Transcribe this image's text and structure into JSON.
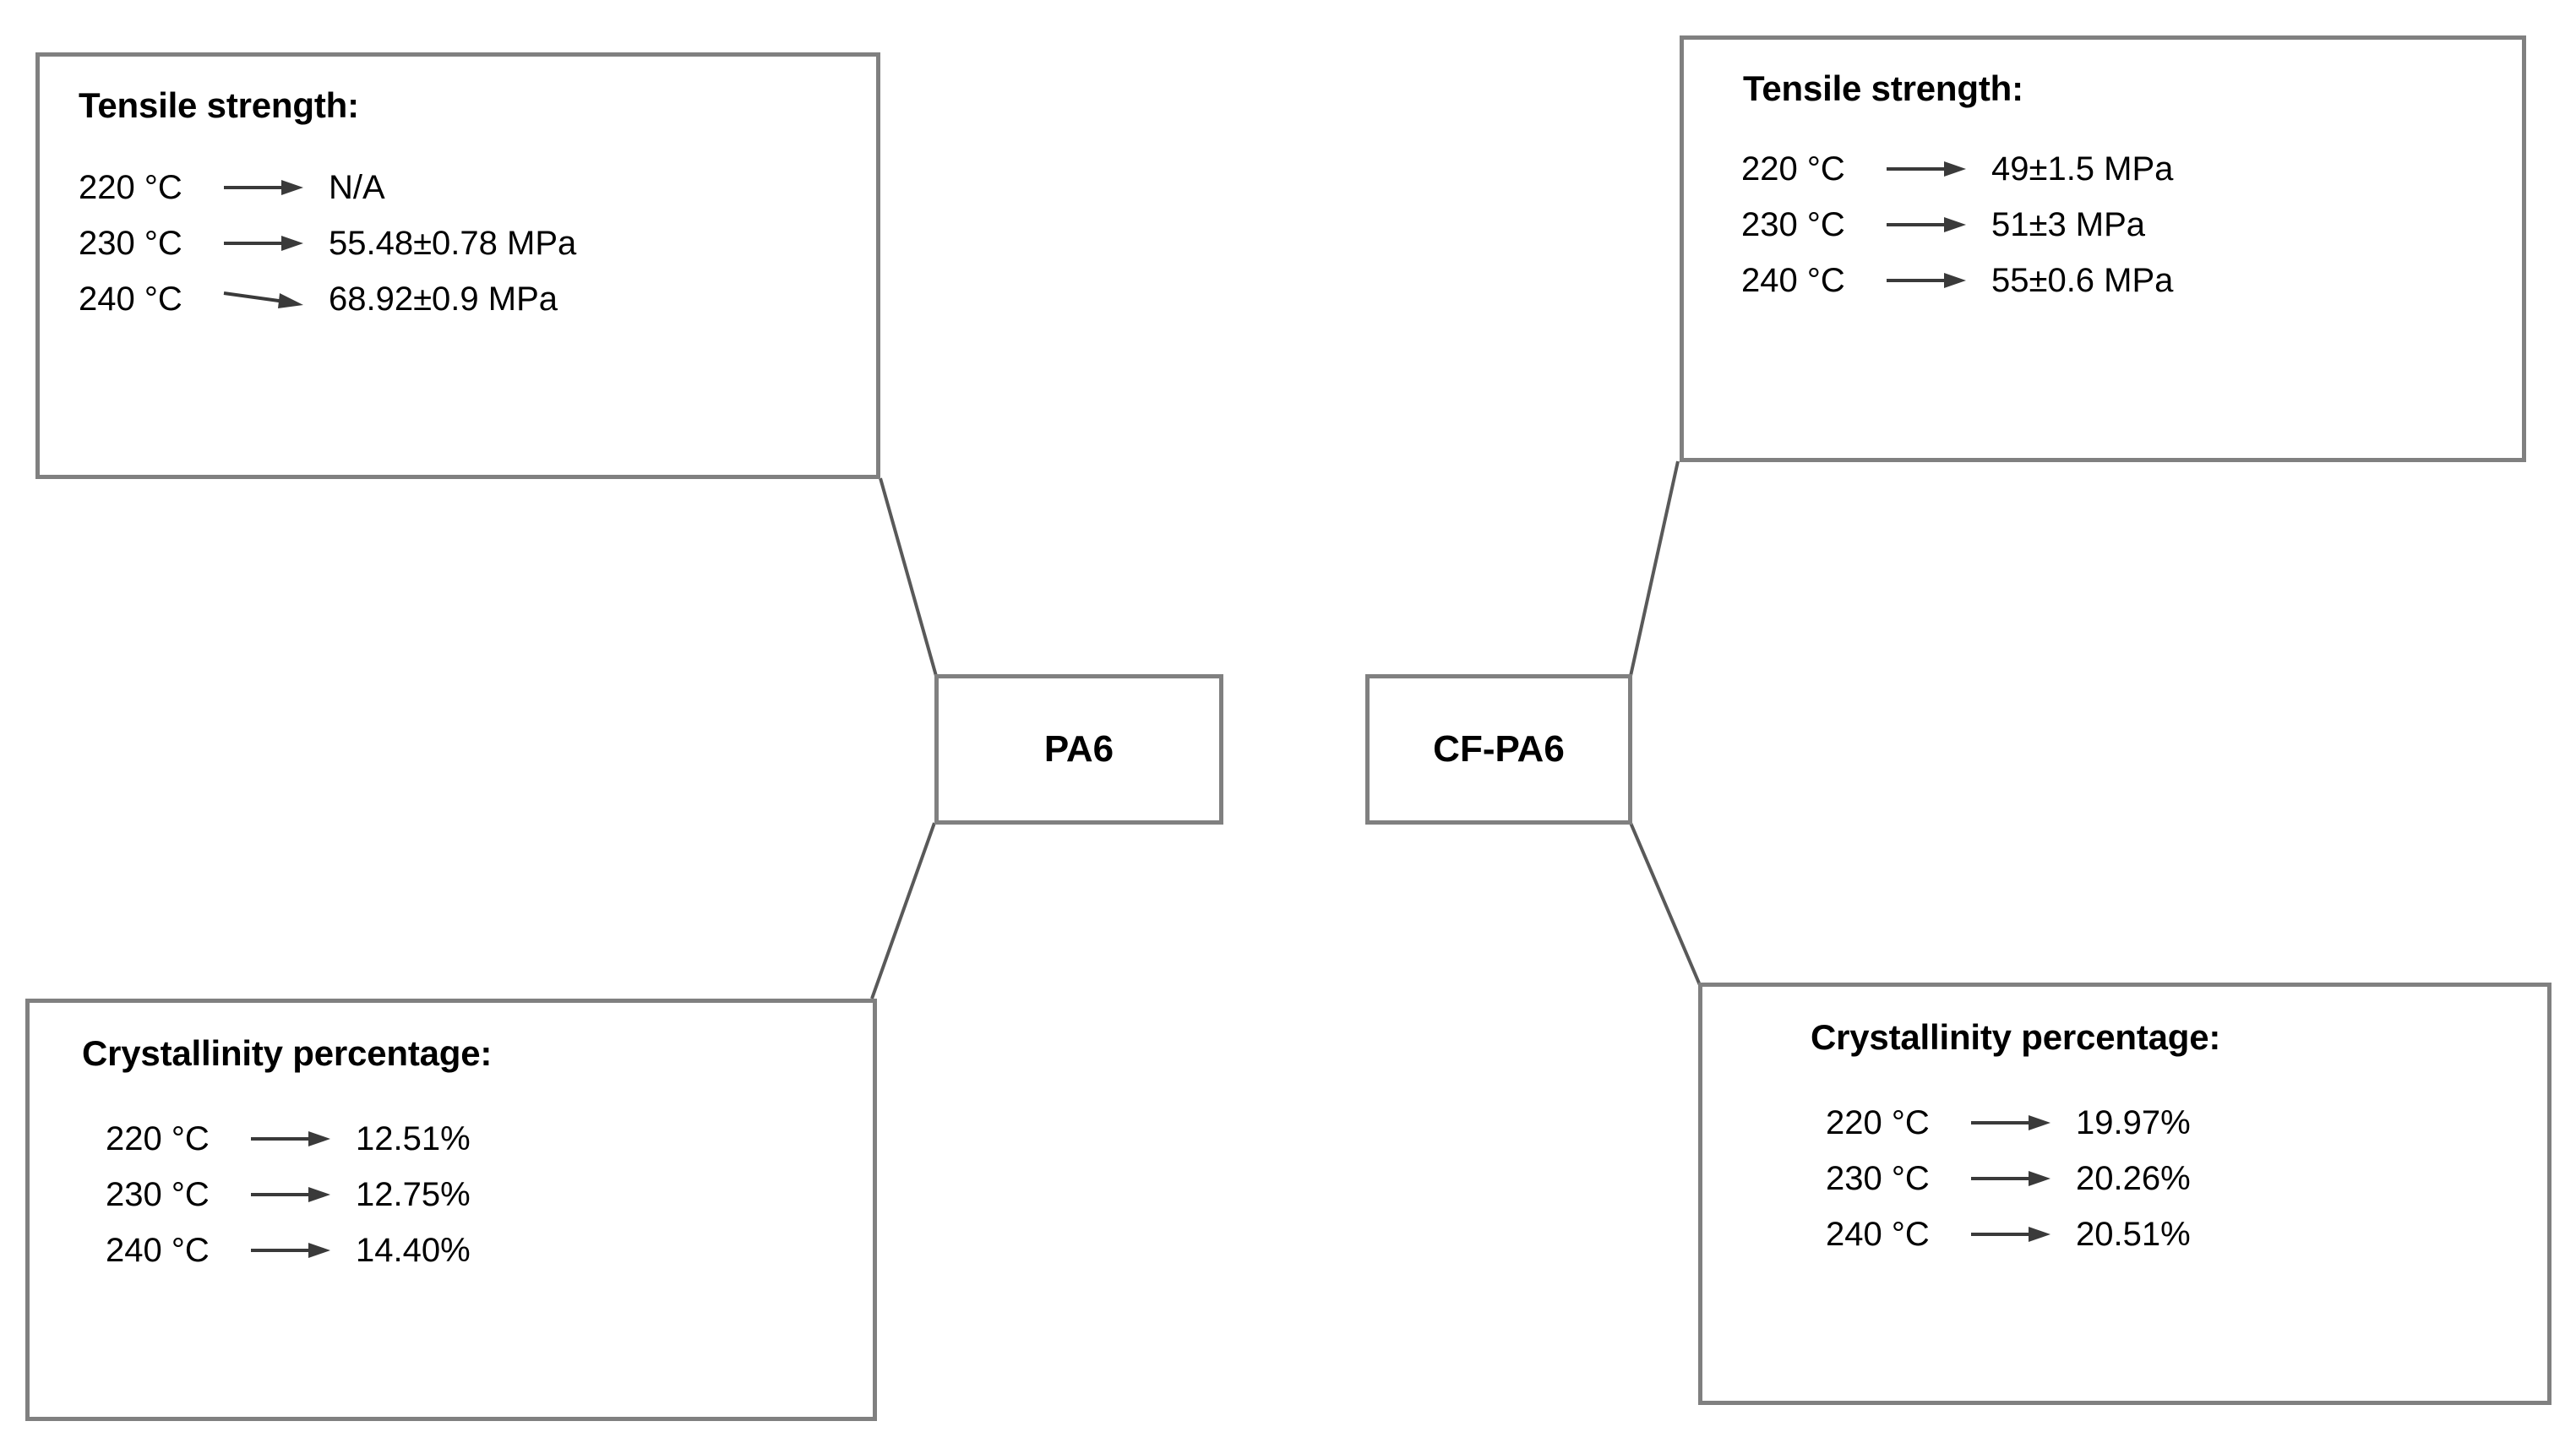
{
  "diagram": {
    "type": "comparison-tree",
    "colors": {
      "border": "#808080",
      "text": "#000000",
      "connector": "#595959",
      "background": "#ffffff"
    },
    "nodes": [
      {
        "id": "pa6",
        "label": "PA6"
      },
      {
        "id": "cf-pa6",
        "label": "CF-PA6"
      }
    ],
    "panels": {
      "pa6_tensile": {
        "title": "Tensile strength:",
        "rows": [
          {
            "temperature": "220 °C",
            "arrow": "right-arrow-icon",
            "value": "N/A"
          },
          {
            "temperature": "230 °C",
            "arrow": "right-arrow-icon",
            "value": "55.48±0.78 MPa"
          },
          {
            "temperature": "240 °C",
            "arrow": "right-arrow-icon",
            "value": "68.92±0.9 MPa"
          }
        ]
      },
      "cfpa6_tensile": {
        "title": "Tensile strength:",
        "rows": [
          {
            "temperature": "220 °C",
            "arrow": "right-arrow-icon",
            "value": "49±1.5 MPa"
          },
          {
            "temperature": "230 °C",
            "arrow": "right-arrow-icon",
            "value": "51±3 MPa"
          },
          {
            "temperature": "240 °C",
            "arrow": "right-arrow-icon",
            "value": "55±0.6 MPa"
          }
        ]
      },
      "pa6_crystallinity": {
        "title": "Crystallinity percentage:",
        "rows": [
          {
            "temperature": "220 °C",
            "arrow": "right-arrow-icon",
            "value": "12.51%"
          },
          {
            "temperature": "230 °C",
            "arrow": "right-arrow-icon",
            "value": "12.75%"
          },
          {
            "temperature": "240 °C",
            "arrow": "right-arrow-icon",
            "value": "14.40%"
          }
        ]
      },
      "cfpa6_crystallinity": {
        "title": "Crystallinity percentage:",
        "rows": [
          {
            "temperature": "220 °C",
            "arrow": "right-arrow-icon",
            "value": "19.97%"
          },
          {
            "temperature": "230 °C",
            "arrow": "right-arrow-icon",
            "value": "20.26%"
          },
          {
            "temperature": "240 °C",
            "arrow": "right-arrow-icon",
            "value": "20.51%"
          }
        ]
      }
    }
  }
}
